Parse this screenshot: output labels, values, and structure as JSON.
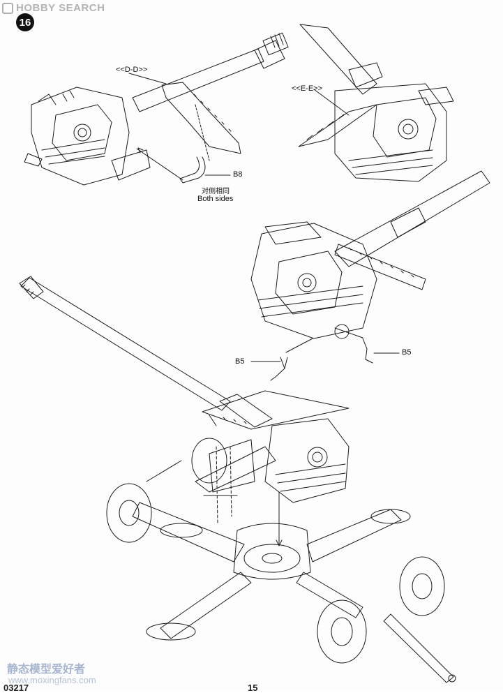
{
  "header": {
    "watermark_text": "HOBBY SEARCH",
    "step_number": "16"
  },
  "callouts": {
    "view_dd": "<<D-D>>",
    "view_ee": "<<E-E>>",
    "part_b8": "B8",
    "both_sides_cn": "对侧相同",
    "both_sides_en": "Both sides",
    "part_b5_left": "B5",
    "part_b5_right": "B5"
  },
  "footer": {
    "watermark_cn": "静态模型爱好者",
    "watermark_url": "www.moxingfans.com",
    "code_partial": "03217",
    "page_partial": "15"
  }
}
